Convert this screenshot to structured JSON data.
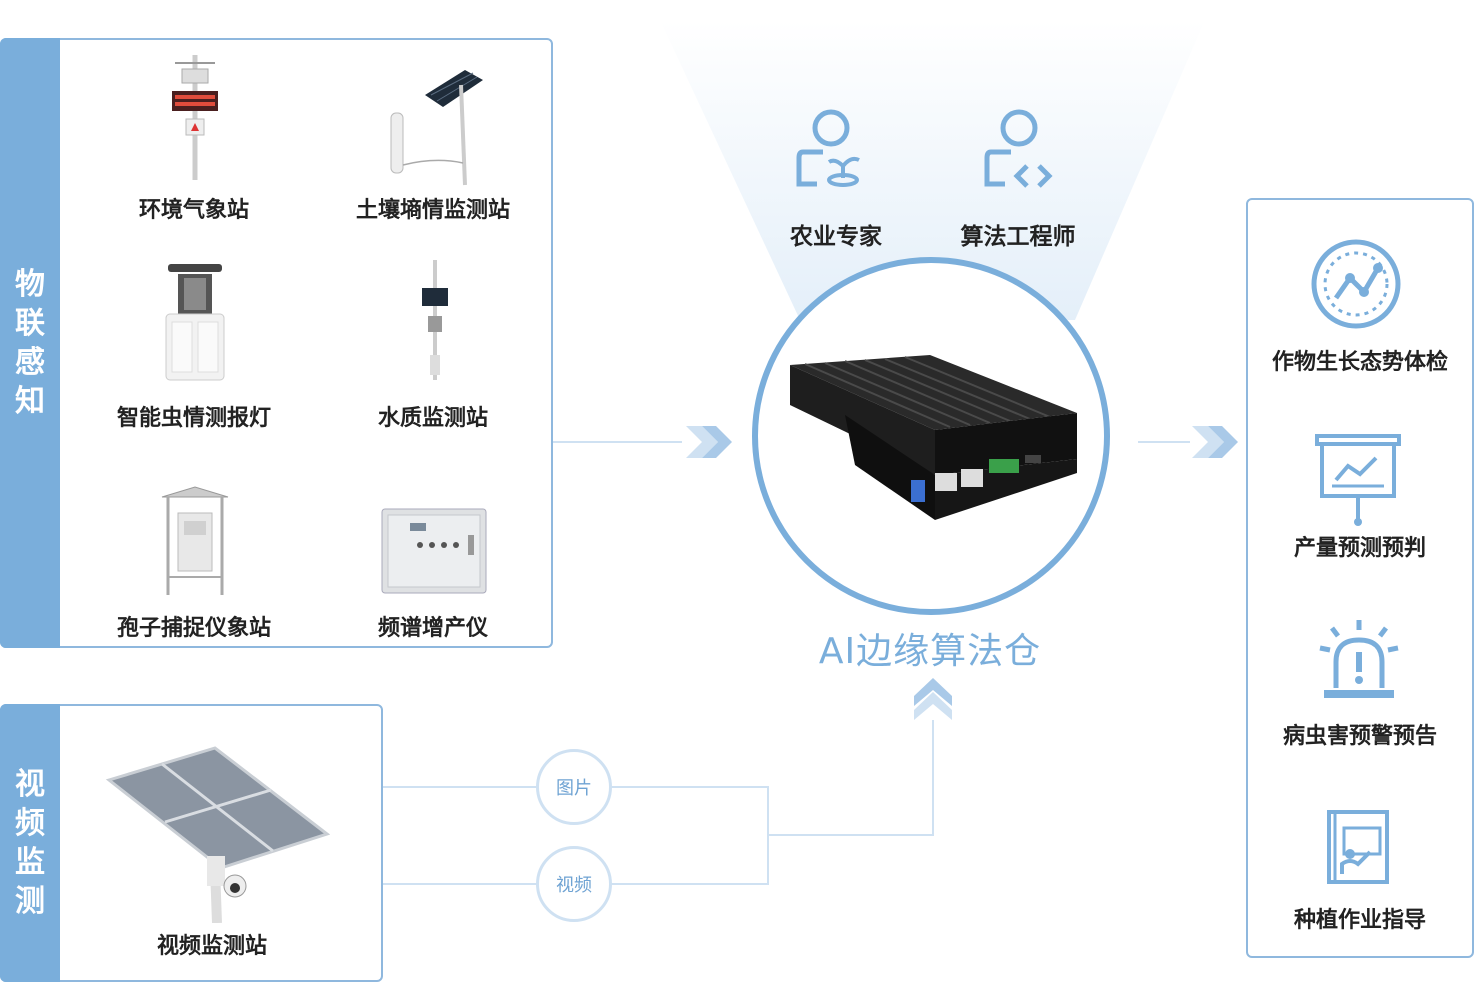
{
  "iot_panel": {
    "tab_label_chars": [
      "物",
      "联",
      "感",
      "知"
    ],
    "devices": [
      {
        "label": "环境气象站",
        "icon": "weather-station-icon"
      },
      {
        "label": "土壤墒情监测站",
        "icon": "soil-moisture-station-icon"
      },
      {
        "label": "智能虫情测报灯",
        "icon": "insect-monitor-lamp-icon"
      },
      {
        "label": "水质监测站",
        "icon": "water-quality-station-icon"
      },
      {
        "label": "孢子捕捉仪象站",
        "icon": "spore-trap-icon"
      },
      {
        "label": "频谱增产仪",
        "icon": "spectrum-booster-icon"
      }
    ]
  },
  "video_panel": {
    "tab_label_chars": [
      "视",
      "频",
      "监",
      "测"
    ],
    "device": {
      "label": "视频监测站",
      "icon": "solar-camera-station-icon"
    }
  },
  "streams": [
    {
      "label": "图片"
    },
    {
      "label": "视频"
    }
  ],
  "roles": [
    {
      "label": "农业专家",
      "icon": "agri-expert-icon"
    },
    {
      "label": "算法工程师",
      "icon": "algorithm-engineer-icon"
    }
  ],
  "hub": {
    "title": "AI边缘算法仓",
    "icon": "edge-computing-box-icon"
  },
  "outputs": [
    {
      "label": "作物生长态势体检",
      "icon": "growth-checkup-icon"
    },
    {
      "label": "产量预测预判",
      "icon": "yield-forecast-icon"
    },
    {
      "label": "病虫害预警预告",
      "icon": "pest-alarm-icon"
    },
    {
      "label": "种植作业指导",
      "icon": "planting-guidance-icon"
    }
  ],
  "colors": {
    "accent": "#7aaedb",
    "panel_border": "#8fb8de",
    "connector": "#cfe1f2",
    "beam": "#eaf3fb"
  }
}
